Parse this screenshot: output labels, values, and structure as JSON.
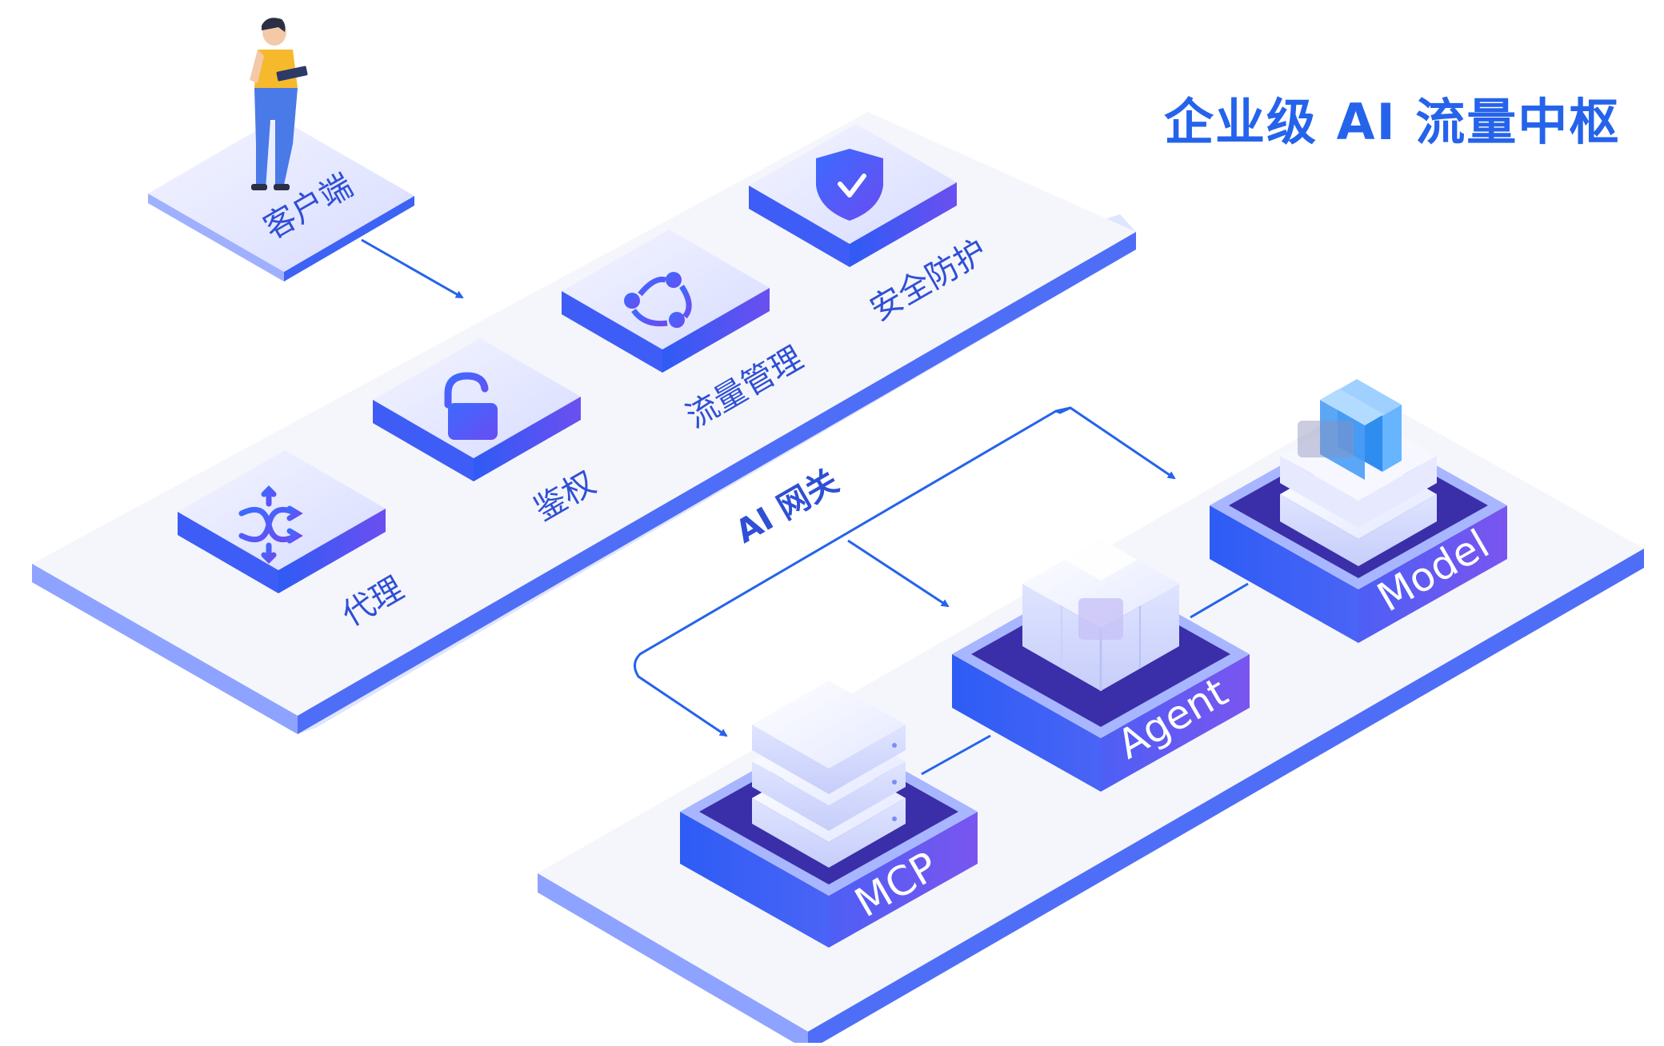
{
  "title": "企业级 AI 流量中枢",
  "client": {
    "label": "客户端"
  },
  "modules": [
    {
      "label": "代理",
      "icon": "shuffle-arrows-icon"
    },
    {
      "label": "鉴权",
      "icon": "padlock-icon"
    },
    {
      "label": "流量管理",
      "icon": "traffic-share-icon"
    },
    {
      "label": "安全防护",
      "icon": "shield-check-icon"
    }
  ],
  "gateway": {
    "label": "AI 网关"
  },
  "targets": [
    {
      "label": "MCP",
      "icon": "server-stack-icon"
    },
    {
      "label": "Agent",
      "icon": "cube-cluster-icon"
    },
    {
      "label": "Model",
      "icon": "model-blocks-icon"
    }
  ],
  "colors": {
    "accent": "#2563eb",
    "label": "#2f4fd6",
    "box_front": "#3b5bfa",
    "box_side": "#6a56f0",
    "platform": "#f5f6fb",
    "platform_edge": "#4f6ef7"
  }
}
